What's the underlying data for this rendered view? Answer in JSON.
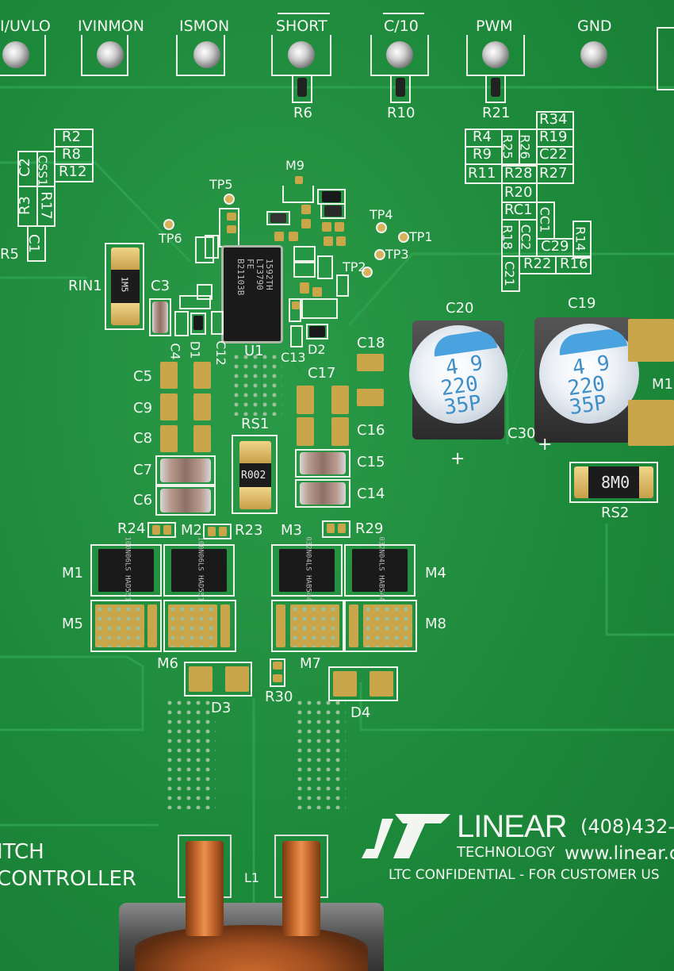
{
  "header_test_points": [
    {
      "label": "I/UVLO"
    },
    {
      "label": "IVINMON"
    },
    {
      "label": "ISMON"
    },
    {
      "label": "SHORT"
    },
    {
      "label": "C/10"
    },
    {
      "label": "PWM"
    },
    {
      "label": "GND"
    }
  ],
  "header_resistors": [
    "R6",
    "R10",
    "R21"
  ],
  "left_grid": [
    "R2",
    "R8",
    "R12",
    "C2",
    "R3",
    "CSS1",
    "R17",
    "C1",
    "R5"
  ],
  "right_grid": [
    "R34",
    "R4",
    "R25",
    "R26",
    "R19",
    "R9",
    "C22",
    "R11",
    "R28",
    "R27",
    "R20",
    "RC1",
    "CC1",
    "R18",
    "CC2",
    "R14",
    "C29",
    "C21",
    "R22",
    "R16"
  ],
  "small_tps": [
    "TP5",
    "TP6",
    "TP4",
    "TP1",
    "TP2",
    "TP3"
  ],
  "center_labels": {
    "m9": "M9",
    "rin1": "RIN1",
    "c3": "C3",
    "c4": "C4",
    "d1": "D1",
    "c12": "C12",
    "u1": "U1",
    "c13": "C13",
    "d2": "D2"
  },
  "u1_marking": [
    "1592TH",
    "LT3790",
    "FE",
    "B21103B"
  ],
  "rin1_marking": "1M5",
  "caps_left": [
    "C5",
    "C9",
    "C8",
    "C7",
    "C6"
  ],
  "caps_right": [
    "C18",
    "C17",
    "C16",
    "C15",
    "C14"
  ],
  "rs1": {
    "label": "RS1",
    "marking": "R002"
  },
  "rs2": {
    "label": "RS2",
    "marking": "8M0"
  },
  "electrolytic": [
    {
      "label": "C20",
      "marking": [
        "4 9",
        "220",
        "35P"
      ]
    },
    {
      "label": "C19",
      "marking": [
        "4 9",
        "220",
        "35P"
      ]
    }
  ],
  "polarity_plus": "+",
  "c30_label": "C30",
  "m1_right_label": "M1",
  "mosfet_labels": {
    "m1": "M1",
    "m2": "M2",
    "m3": "M3",
    "m4": "M4",
    "m5": "M5",
    "m6": "M6",
    "m7": "M7",
    "m8": "M8"
  },
  "small_resistors": {
    "r24": "R24",
    "r23": "R23",
    "r29": "R29",
    "r30": "R30"
  },
  "mosfet_markings": {
    "left": [
      "100N06LS",
      "HAD551"
    ],
    "right": [
      "032N04LS",
      "HAB544"
    ]
  },
  "diodes": {
    "d3": "D3",
    "d4": "D4"
  },
  "inductor": "L1",
  "board_text": {
    "line1": "ITCH",
    "line2": "CONTROLLER"
  },
  "logo": {
    "brand": "LINEAR",
    "sub": "TECHNOLOGY"
  },
  "contact": {
    "phone": "(408)432-",
    "web": "www.linear.c"
  },
  "confidential": "LTC CONFIDENTIAL - FOR CUSTOMER US",
  "colors": {
    "pcb": "#1f8a3c",
    "silkscreen": "#f4f6f2",
    "pad_gold": "#c9a64a",
    "cap_stripe": "#4aa3df"
  }
}
